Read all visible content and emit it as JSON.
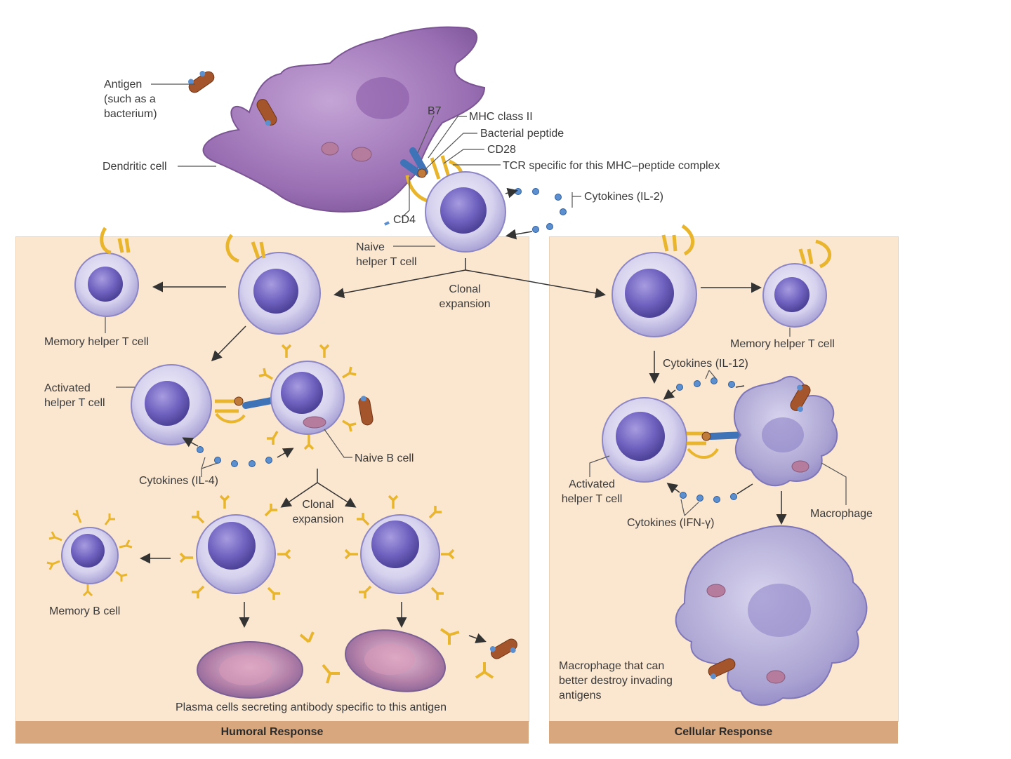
{
  "labels": {
    "antigen": "Antigen\n(such as a\nbacterium)",
    "dendritic_cell": "Dendritic cell",
    "b7": "B7",
    "mhc_class_ii": "MHC class II",
    "bacterial_peptide": "Bacterial peptide",
    "cd28": "CD28",
    "tcr": "TCR specific for this MHC–peptide complex",
    "cd4": "CD4",
    "cytokines_il2": "Cytokines (IL-2)",
    "naive_helper_t": "Naive\nhelper T cell",
    "clonal_expansion_top": "Clonal\nexpansion",
    "memory_helper_t_left": "Memory helper T cell",
    "activated_helper_t_left": "Activated\nhelper T cell",
    "naive_b_cell": "Naive B cell",
    "cytokines_il4": "Cytokines (IL-4)",
    "clonal_expansion_b": "Clonal\nexpansion",
    "memory_b_cell": "Memory B cell",
    "plasma_cells": "Plasma cells secreting antibody specific to this antigen",
    "memory_helper_t_right": "Memory helper T cell",
    "cytokines_il12": "Cytokines (IL-12)",
    "activated_helper_t_right": "Activated\nhelper T cell",
    "macrophage": "Macrophage",
    "cytokines_ifn": "Cytokines (IFN-γ)",
    "macrophage_better": "Macrophage that can\nbetter destroy invading\nantigens"
  },
  "panels": {
    "humoral": "Humoral Response",
    "cellular": "Cellular Response"
  },
  "colors": {
    "panel_bg": "#fbe6cf",
    "panel_bar": "#d9a77d",
    "dendritic": "#9a6fb0",
    "t_cell": "#c8c4e6",
    "nucleus": "#6f62b8",
    "receptor_gold": "#e8b52c",
    "mhc_blue": "#3f73b8",
    "bacterium": "#a5552c",
    "cytokine": "#5c8fcf"
  }
}
